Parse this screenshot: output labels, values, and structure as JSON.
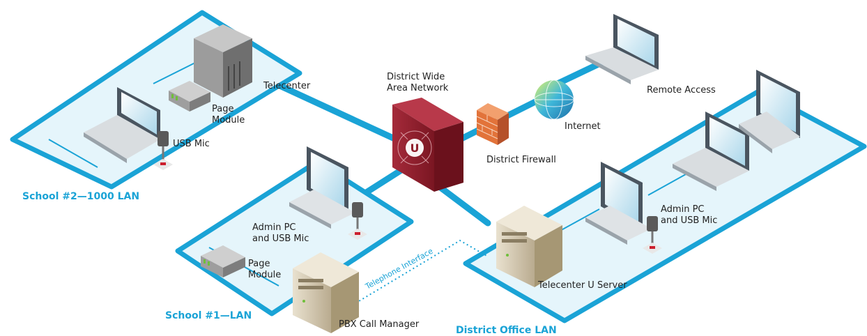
{
  "labels": {
    "telecenter": "Telecenter",
    "page_module_2": "Page\nModule",
    "usb_mic_2": "USB Mic",
    "wan": "District Wide\nArea Network",
    "remote_access": "Remote Access",
    "internet": "Internet",
    "firewall": "District Firewall",
    "admin_pc_1": "Admin PC\nand USB Mic",
    "page_module_1": "Page\nModule",
    "admin_pc_district": "Admin PC\nand USB Mic",
    "telephone_interface": "Telephone Interface",
    "u_server": "Telecenter U Server",
    "pbx": "PBX Call Manager"
  },
  "zones": {
    "school2": "School #2—1000 LAN",
    "school1": "School #1—LAN",
    "district": "District Office LAN"
  },
  "colors": {
    "accent": "#1aa3d6",
    "zone_fill": "#e5f5fb",
    "wan_box": "#8f1e2b",
    "firewall": "#e2733a",
    "server": "#d8cdb6"
  }
}
